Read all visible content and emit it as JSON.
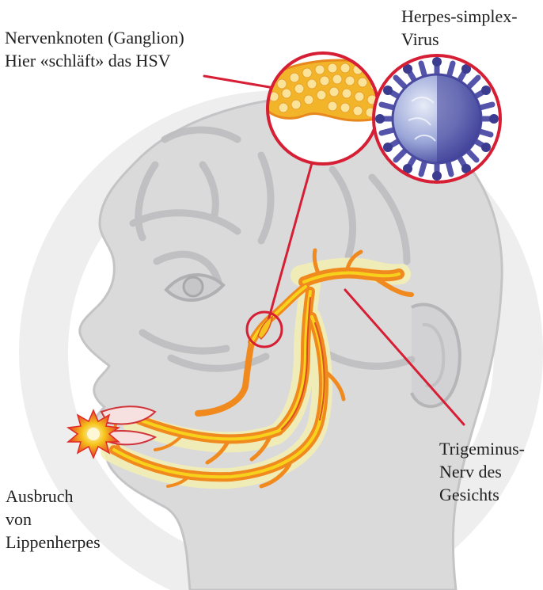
{
  "labels": {
    "ganglion": {
      "line1": "Nervenknoten (Ganglion)",
      "line2": "Hier «schläft» das HSV"
    },
    "virus": {
      "line1": "Herpes-simplex-",
      "line2": "Virus"
    },
    "trigeminus": {
      "line1": "Trigeminus-",
      "line2": "Nerv des",
      "line3": "Gesichts"
    },
    "outbreak": {
      "line1": "Ausbruch",
      "line2": "von",
      "line3": "Lippenherpes"
    }
  },
  "colors": {
    "head": "#d9d9da",
    "head_outline": "#bdbdbf",
    "nerve_outer": "#f08a1e",
    "nerve_inner": "#f6d11a",
    "nerve_glow": "#f4f0b0",
    "pointer": "#d61f35",
    "virus": "#5b5bb0",
    "ganglion_cells": "#f2b52a",
    "watermark": "#ececec"
  }
}
